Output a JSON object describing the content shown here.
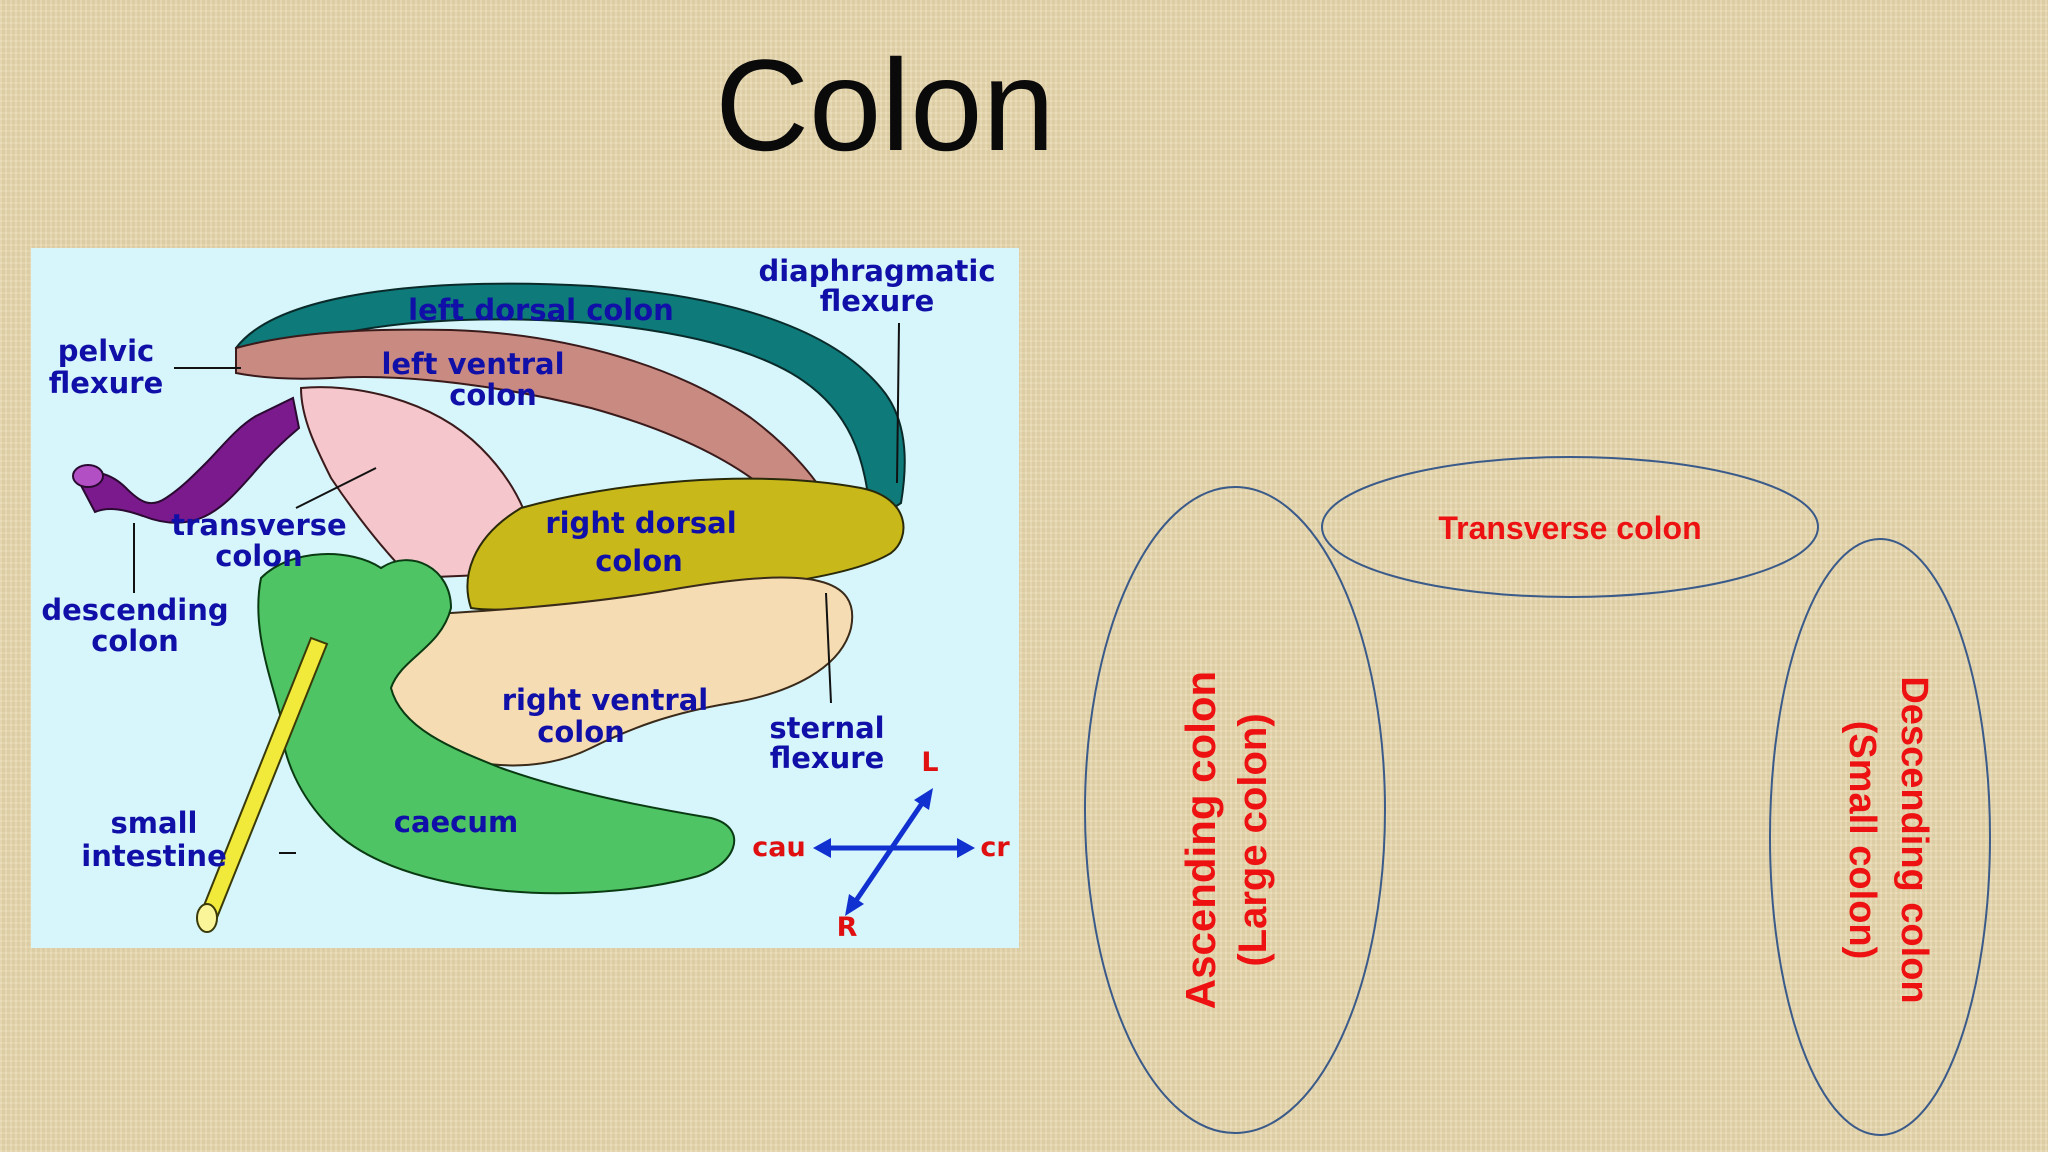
{
  "slide": {
    "title": "Colon"
  },
  "diagram": {
    "labels": {
      "left_dorsal_colon": "left dorsal colon",
      "diaphragmatic_flexure_1": "diaphragmatic",
      "diaphragmatic_flexure_2": "flexure",
      "pelvic_flexure_1": "pelvic",
      "pelvic_flexure_2": "flexure",
      "left_ventral_colon_1": "left ventral",
      "left_ventral_colon_2": "colon",
      "transverse_colon_1": "transverse",
      "transverse_colon_2": "colon",
      "right_dorsal_colon_1": "right dorsal",
      "right_dorsal_colon_2": "colon",
      "descending_colon_1": "descending",
      "descending_colon_2": "colon",
      "right_ventral_colon_1": "right ventral",
      "right_ventral_colon_2": "colon",
      "sternal_flexure_1": "sternal",
      "sternal_flexure_2": "flexure",
      "small_intestine_1": "small",
      "small_intestine_2": "intestine",
      "caecum": "caecum"
    },
    "compass": {
      "left": "L",
      "right": "R",
      "caudal": "cau",
      "cranial": "cr"
    },
    "colors": {
      "background": "#d6f6fb",
      "left_dorsal": "#0e7a7a",
      "left_ventral": "#c98a82",
      "transverse": "#f5c6cc",
      "right_dorsal": "#c8b81a",
      "right_ventral": "#f6dcb2",
      "caecum": "#4ec464",
      "descending": "#7a1a8c",
      "small_intestine": "#f2ea3a",
      "label_text": "#1010a8",
      "compass_text": "#e01010",
      "compass_arrow": "#1030d0"
    }
  },
  "ovals": {
    "transverse": "Transverse colon",
    "ascending_1": "Ascending colon",
    "ascending_2": "(Large colon)",
    "descending_1": "Descending colon",
    "descending_2": "(Small colon)",
    "text_color": "#ee1111",
    "outline_color": "#3a5a8a"
  }
}
